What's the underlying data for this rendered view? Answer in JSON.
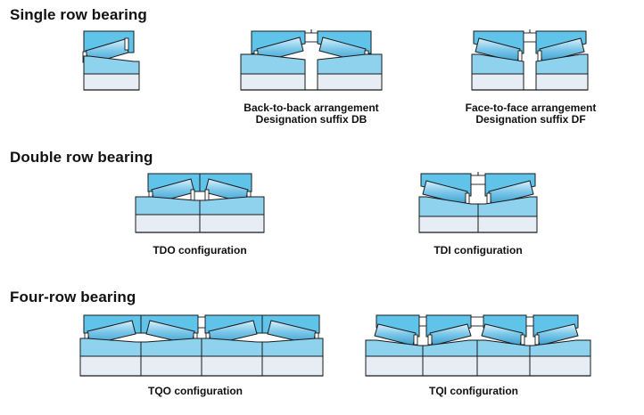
{
  "sections": [
    {
      "heading": "Single row bearing"
    },
    {
      "heading": "Double row bearing"
    },
    {
      "heading": "Four-row bearing"
    }
  ],
  "captions": {
    "db_line1": "Back-to-back arrangement",
    "db_line2": "Designation suffix DB",
    "df_line1": "Face-to-face arrangement",
    "df_line2": "Designation suffix DF",
    "tdo": "TDO configuration",
    "tdi": "TDI configuration",
    "tqo": "TQO configuration",
    "tqi": "TQI configuration"
  },
  "colors": {
    "cup": "#5fc3ea",
    "cone": "#8fd2ee",
    "roller": "#7ec8ea",
    "inner_ring": "#e7edf4",
    "outline": "#1a1a1a"
  }
}
